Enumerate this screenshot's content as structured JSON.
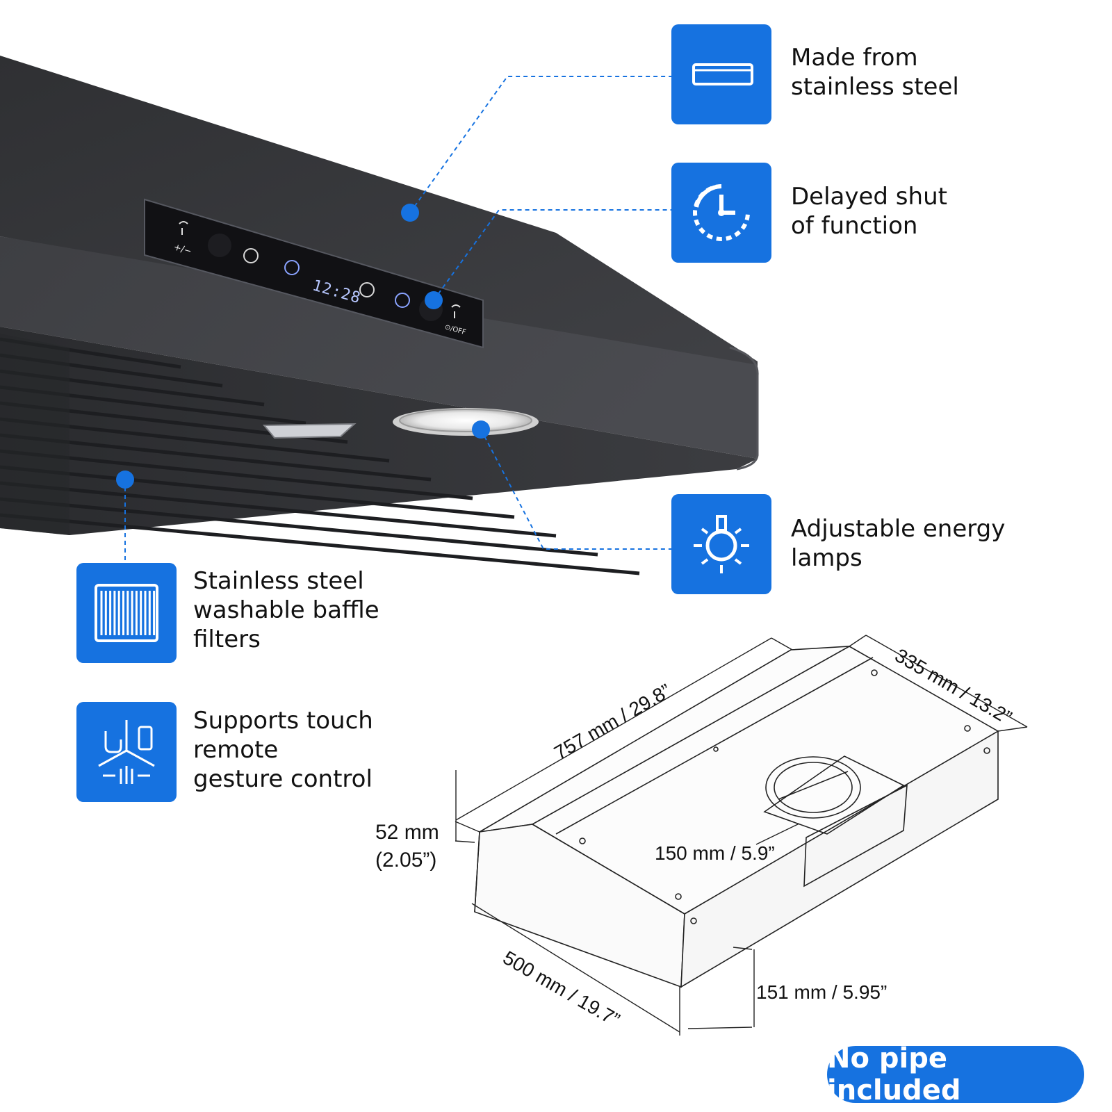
{
  "colors": {
    "accent": "#1672e0",
    "hood_body": "#3a3b3e",
    "hood_dark": "#2b2c2f",
    "panel": "#111114",
    "line_drawing": "#222222"
  },
  "hood_control_panel": {
    "display_time": "12:28",
    "speed_symbol": "+/−",
    "off_symbol": "⊙/OFF"
  },
  "features": [
    {
      "icon": "stainless-sheet-icon",
      "label": "Made from\nstainless steel"
    },
    {
      "icon": "timer-clock-icon",
      "label": "Delayed shut\nof function"
    },
    {
      "icon": "lamp-bulb-icon",
      "label": "Adjustable energy\nlamps"
    },
    {
      "icon": "baffle-filter-icon",
      "label": "Stainless steel\nwashable baffle\nfilters"
    },
    {
      "icon": "touch-remote-gesture-icon",
      "label": "Supports touch\nremote\ngesture control"
    }
  ],
  "dimensions": {
    "length": "757 mm / 29.8”",
    "depth_top": "335 mm / 13.2”",
    "front_height": "52 mm\n(2.05”)",
    "depth_side": "500 mm / 19.7”",
    "height": "151 mm / 5.95”",
    "outlet": "150 mm / 5.9”"
  },
  "badge": "No pipe included"
}
